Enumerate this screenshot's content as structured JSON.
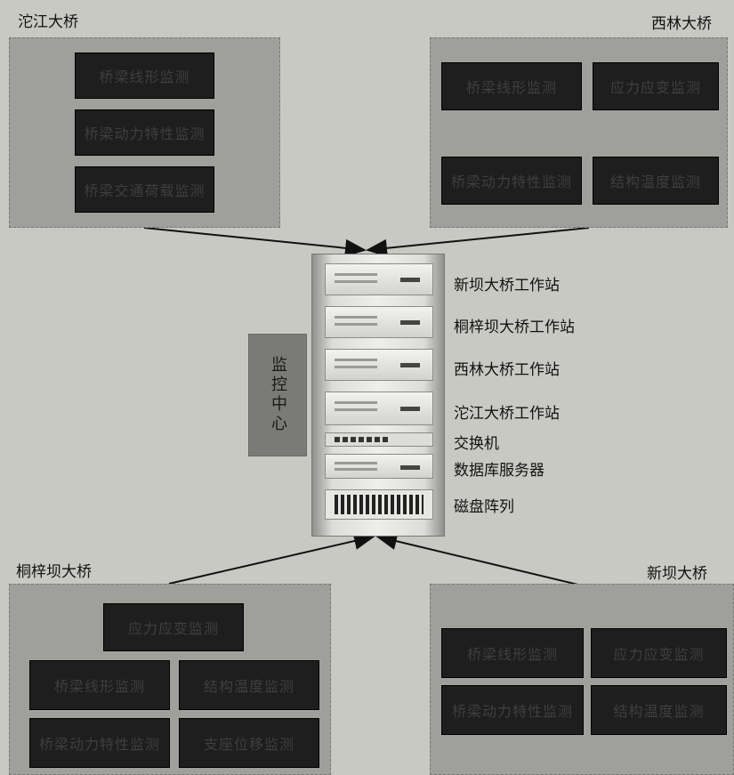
{
  "bridges": {
    "tuojiang": {
      "name": "沱江大桥",
      "modules": [
        "桥梁线形监测",
        "桥梁动力特性监测",
        "桥梁交通荷载监测"
      ]
    },
    "xilin": {
      "name": "西林大桥",
      "modules": [
        "桥梁线形监测",
        "应力应变监测",
        "桥梁动力特性监测",
        "结构温度监测"
      ]
    },
    "tongzibaa": {
      "name": "桐梓坝大桥",
      "modules": [
        "应力应变监测",
        "桥梁线形监测",
        "结构温度监测",
        "桥梁动力特性监测",
        "支座位移监测"
      ]
    },
    "xinba": {
      "name": "新坝大桥",
      "modules": [
        "桥梁线形监测",
        "应力应变监测",
        "桥梁动力特性监测",
        "结构温度监测"
      ]
    }
  },
  "center": {
    "label": "监控中心"
  },
  "rack": {
    "labels": [
      "新坝大桥工作站",
      "桐梓坝大桥工作站",
      "西林大桥工作站",
      "沱江大桥工作站",
      "交换机",
      "数据库服务器",
      "磁盘阵列"
    ]
  }
}
